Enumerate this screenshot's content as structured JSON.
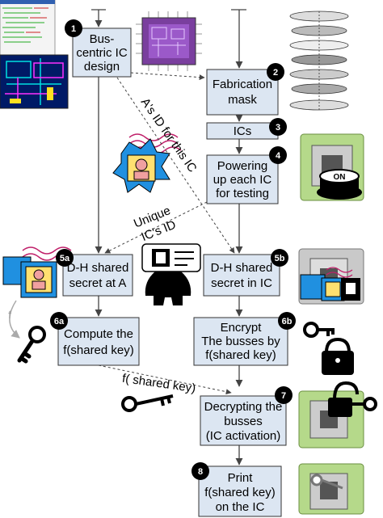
{
  "steps": {
    "s1": {
      "badge": "1",
      "lines": [
        "Bus-",
        "centric IC",
        "design"
      ]
    },
    "s2": {
      "badge": "2",
      "lines": [
        "Fabrication",
        "mask"
      ]
    },
    "s3": {
      "badge": "3",
      "lines": [
        "ICs"
      ]
    },
    "s4": {
      "badge": "4",
      "lines": [
        "Powering",
        "up each IC",
        "for testing"
      ]
    },
    "s5a": {
      "badge": "5a",
      "lines": [
        "D-H shared",
        "secret at A"
      ]
    },
    "s5b": {
      "badge": "5b",
      "lines": [
        "D-H shared",
        "secret in IC"
      ]
    },
    "s6a": {
      "badge": "6a",
      "lines": [
        "Compute the",
        "f(shared key)"
      ]
    },
    "s6b": {
      "badge": "6b",
      "lines": [
        "Encrypt",
        "The busses by",
        "f(shared key)"
      ]
    },
    "s7": {
      "badge": "7",
      "lines": [
        "Decrypting the",
        "busses",
        "(IC activation)"
      ]
    },
    "s8": {
      "badge": "8",
      "lines": [
        "Print",
        "f(shared key)",
        "on the IC"
      ]
    }
  },
  "annotations": {
    "id_for_ic": "A's ID for this IC",
    "unique_id_line1": "Unique",
    "unique_id_line2": "IC's ID",
    "f_label": "f",
    "f_shared_key": "f( shared key)",
    "on_button": "ON"
  },
  "colors": {
    "box_fill": "#dce6f2",
    "badge": "#000000",
    "chip_green": "#b5d98a",
    "screen_bg": "#001a66"
  }
}
